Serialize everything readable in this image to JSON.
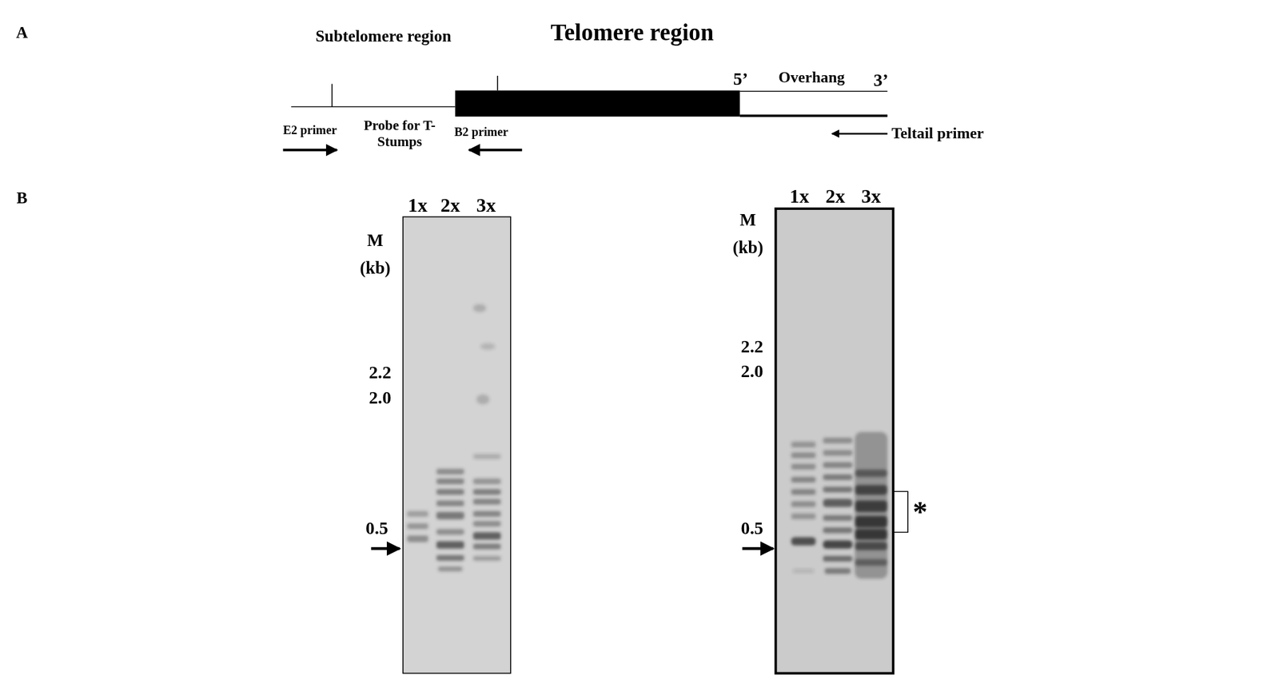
{
  "diagram": {
    "labels": [
      "A",
      "Subtelomere region",
      "Telomere region",
      "5’",
      "Overhang",
      "3’",
      "E2 primer",
      "Probe for T-Stumps",
      "B2 primer",
      "Teltail primer",
      "B",
      "1x",
      "2x",
      "3x",
      "M (kb)",
      "2.2",
      "2.0",
      "0.5",
      "1x",
      "2x",
      "3x",
      "M (kb)",
      "2.2",
      "2.0",
      "0.5",
      "*"
    ]
  }
}
